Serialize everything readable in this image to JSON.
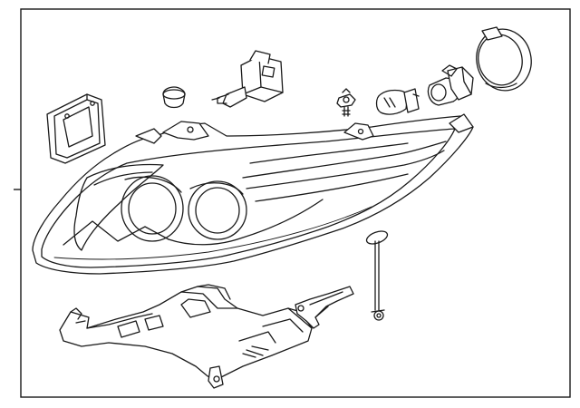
{
  "diagram": {
    "background_color": "#ffffff",
    "frame_background_color": "#ffffff",
    "line_color": "#1a1a1a",
    "parts": [
      "headlamp-assembly",
      "control-module",
      "rubber-plug",
      "hid-bulb",
      "mounting-screw",
      "turn-signal-bulb",
      "bulb-socket",
      "dust-cap",
      "lower-bracket",
      "adjuster-bracket",
      "adjuster-rod"
    ]
  }
}
